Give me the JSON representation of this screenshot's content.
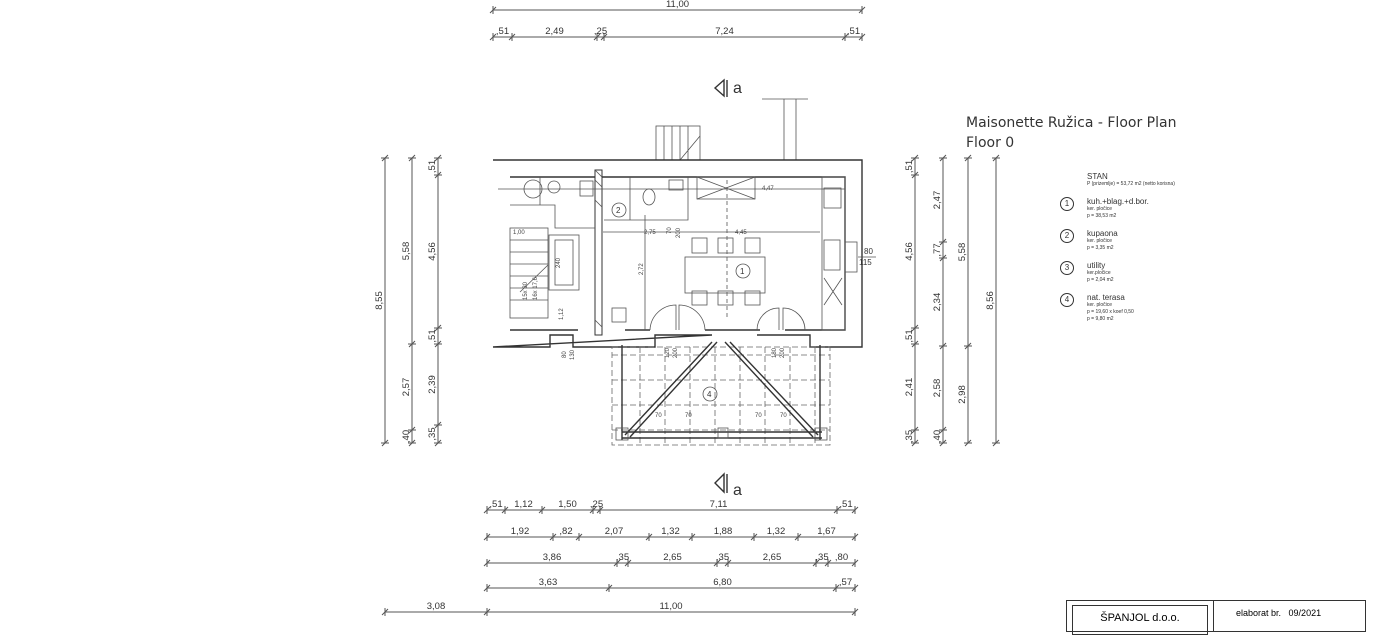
{
  "title": {
    "line1": "Maisonette Ružica - Floor Plan",
    "line2": "Floor 0"
  },
  "section_marker": "a",
  "legend": {
    "header": "STAN",
    "subheader": "P (prizemlje) = 53,72 m2  (netto korisna)",
    "rooms": [
      {
        "num": "1",
        "name": "kuh.+blag.+d.bor.",
        "floor": "ker. pločice",
        "area": "p = 38,53 m2"
      },
      {
        "num": "2",
        "name": "kupaona",
        "floor": "ker. pločice",
        "area": "p = 3,35 m2"
      },
      {
        "num": "3",
        "name": "utility",
        "floor": "ker.pločice",
        "area": "p = 2,04 m2"
      },
      {
        "num": "4",
        "name": "nat. terasa",
        "floor": "ker. pločice",
        "area": "p = 19,60 x koef 0,50",
        "area2": "p = 9,80 m2"
      }
    ]
  },
  "dimensions": {
    "top_total": [
      "11,00"
    ],
    "top_row": [
      ",51",
      "2,49",
      ",25",
      "7,24",
      ",51"
    ],
    "bottom_rows": [
      [
        ",51",
        "1,12",
        "1,50",
        ",25",
        "7,11",
        ",51"
      ],
      [
        "1,92",
        ",82",
        "2,07",
        "1,32",
        "1,88",
        "1,32",
        "1,67"
      ],
      [
        "3,86",
        ",35",
        "2,65",
        ",35",
        "2,65",
        ",35",
        ",80"
      ],
      [
        "3,63",
        "6,80",
        ",57"
      ],
      [
        "3,08",
        "11,00"
      ]
    ],
    "left_outer": [
      "8,55"
    ],
    "left_mid": [
      "5,58",
      "2,57",
      ",40"
    ],
    "left_inner": [
      ",51",
      "4,56",
      ",51",
      "2,39",
      ",35"
    ],
    "right_1": [
      ",51",
      "4,56",
      ",51",
      "2,41",
      ",35"
    ],
    "right_2": [
      "2,47",
      ",77",
      "2,34",
      "2,58",
      ",40"
    ],
    "right_3": [
      "5,58",
      "2,98"
    ],
    "right_4": [
      "8,56"
    ]
  },
  "plan_labels": {
    "room1": "1",
    "room2": "2",
    "room4": "4",
    "d447": "4,47",
    "d445": "4,45",
    "d272": "2,72",
    "d275": "2,75",
    "d112": "1,12",
    "d70": "70",
    "d200": "200",
    "d100": "1,00",
    "d240": "240",
    "stairs1": "15x 30",
    "stairs2": "16x 17,6",
    "win_w": "80",
    "win_h": "115",
    "door_w": "80",
    "door_h": "130",
    "door2_w": "120",
    "door2_h": "200",
    "door3_w": "180",
    "door3_h": "200",
    "t70": "70"
  },
  "title_block": {
    "company": "ŠPANJOL  d.o.o.",
    "elaborat_label": "elaborat br.",
    "elaborat_no": "09/2021"
  }
}
